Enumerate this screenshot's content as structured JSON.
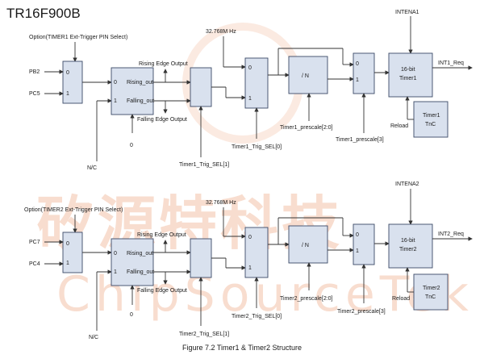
{
  "page": {
    "title": "TR16F900B",
    "caption": "Figure 7.2 Timer1 & Timer2 Structure"
  },
  "watermark": {
    "chinese": "矽源特科技",
    "latin": "ChipSourceTek",
    "color": "#f3c2a8"
  },
  "timer1": {
    "option_label": "Option(TIMER1 Ext-Trigger PIN Select)",
    "pin_a": "PB2",
    "pin_b": "PC5",
    "nc": "N/C",
    "zero": "0",
    "rising_edge_output": "Rising Edge Output",
    "falling_edge_output": "Falling Edge Output",
    "rising_out": "Rising_out",
    "falling_out": "Falling_out",
    "clock": "32.768M Hz",
    "divider": "/ N",
    "trig_sel": "Timer1_Trig_SEL[1]",
    "trig_sel0": "Timer1_Trig_SEL[0]",
    "prescale20": "Timer1_prescale[2:0]",
    "prescale3": "Timer1_prescale[3]",
    "enable": "INTENA1",
    "counter_line1": "16-bit",
    "counter_line2": "Timer1",
    "int_req": "INT1_Req",
    "reload": "Reload",
    "tnc_line1": "Timer1",
    "tnc_line2": "TnC"
  },
  "timer2": {
    "option_label": "Option(TIMER2 Ext-Trigger PIN Select)",
    "pin_a": "PC7",
    "pin_b": "PC4",
    "nc": "N/C",
    "zero": "0",
    "rising_edge_output": "Rising Edge Output",
    "falling_edge_output": "Falling Edge Output",
    "rising_out": "Rising_out",
    "falling_out": "Falling_out",
    "clock": "32.768M Hz",
    "divider": "/ N",
    "trig_sel": "Timer2_Trig_SEL[1]",
    "trig_sel0": "Timer2_Trig_SEL[0]",
    "prescale20": "Timer2_prescale[2:0]",
    "prescale3": "Timer2_prescale[3]",
    "enable": "INTENA2",
    "counter_line1": "16-bit",
    "counter_line2": "Timer2",
    "int_req": "INT2_Req",
    "reload": "Reload",
    "tnc_line1": "Timer2",
    "tnc_line2": "TnC"
  },
  "mux_inputs": {
    "in0": "0",
    "in1": "1"
  }
}
